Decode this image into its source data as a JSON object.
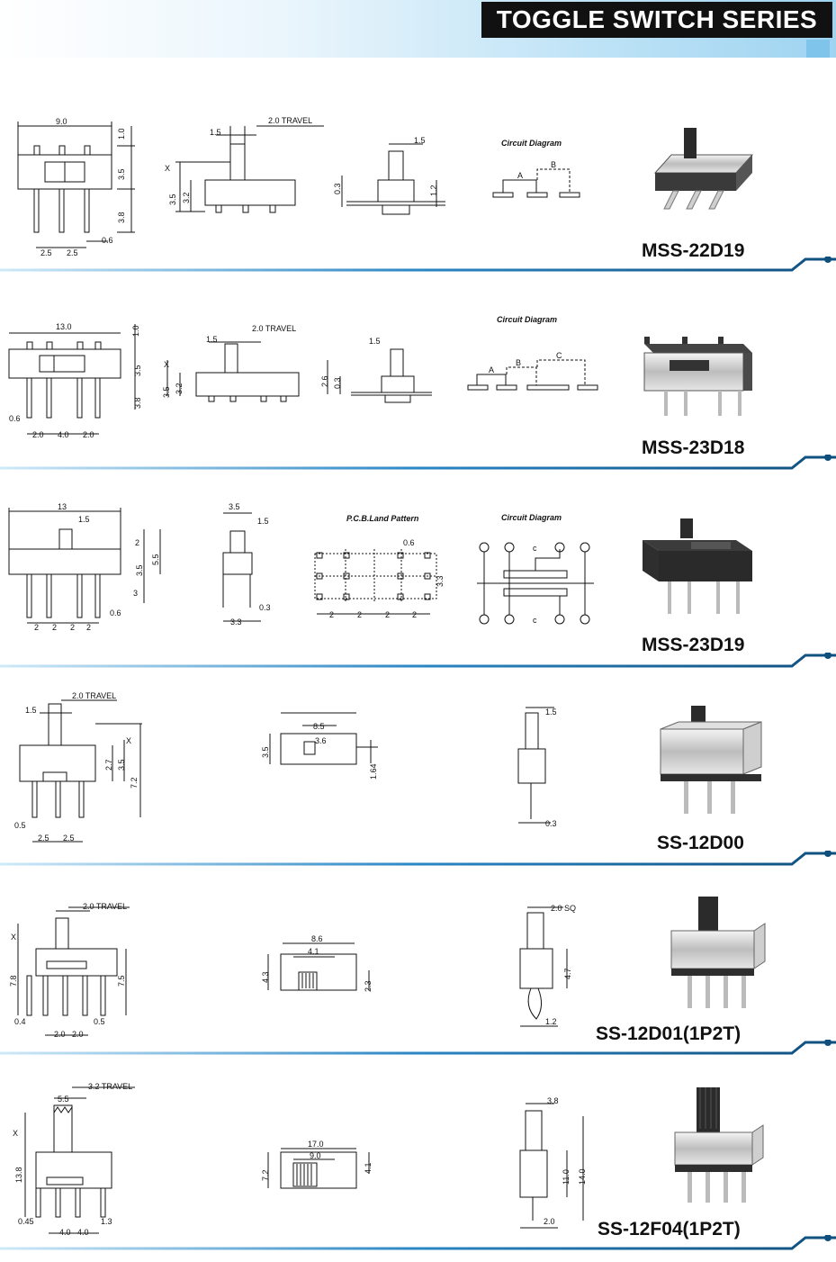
{
  "header": {
    "title": "TOGGLE SWITCH SERIES"
  },
  "colors": {
    "accent": "#1a6fa8",
    "dark": "#111111",
    "band_light": "#bfe3f6"
  },
  "sections": [
    {
      "model": "MSS-22D19",
      "circuit_title": "Circuit Diagram",
      "dims": [
        "9.0",
        "1.0",
        "3.5",
        "3.8",
        "2.5",
        "2.5",
        "0.6",
        "1.5",
        "2.0  TRAVEL",
        "X",
        "3.5",
        "3.2",
        "1.5",
        "0.3",
        "1.2",
        "A",
        "B"
      ]
    },
    {
      "model": "MSS-23D18",
      "circuit_title": "Circuit Diagram",
      "dims": [
        "13.0",
        "1.0",
        "3.5",
        "3.8",
        "0.6",
        "2.0",
        "4.0",
        "2.0",
        "1.5",
        "2.0 TRAVEL",
        "X",
        "3.5",
        "3.2",
        "1.5",
        "2.6",
        "0.3",
        "A",
        "B",
        "C"
      ]
    },
    {
      "model": "MSS-23D19",
      "circuit_title": "Circuit Diagram",
      "pcb_title": "P.C.B.Land Pattern",
      "dims": [
        "13",
        "1.5",
        "2",
        "3.5",
        "5.5",
        "3",
        "2",
        "2",
        "2",
        "2",
        "0.6",
        "3.5",
        "1.5",
        "0.3",
        "3.3",
        "0.6",
        "3.3",
        "2",
        "2",
        "2",
        "2",
        "c",
        "c"
      ]
    },
    {
      "model": "SS-12D00",
      "dims": [
        "2.0 TRAVEL",
        "1.5",
        "X",
        "2.7",
        "3.5",
        "7.2",
        "0.5",
        "2.5",
        "2.5",
        "8.5",
        "3.6",
        "3.5",
        "1.64",
        "1.5",
        "0.3"
      ]
    },
    {
      "model": "SS-12D01(1P2T)",
      "dims": [
        "2.0 TRAVEL",
        "X",
        "7.8",
        "7.5",
        "0.4",
        "2.0",
        "2.0",
        "0.5",
        "8.6",
        "4.1",
        "4.3",
        "2.3",
        "2.0 SQ",
        "4.7",
        "1.2"
      ]
    },
    {
      "model": "SS-12F04(1P2T)",
      "dims": [
        "3.2 TRAVEL",
        "5.5",
        "X",
        "13.8",
        "0.45",
        "4.0",
        "4.0",
        "1.3",
        "17.0",
        "9.0",
        "4.1",
        "7.2",
        "3.8",
        "11.0",
        "14.0",
        "2.0"
      ]
    }
  ]
}
